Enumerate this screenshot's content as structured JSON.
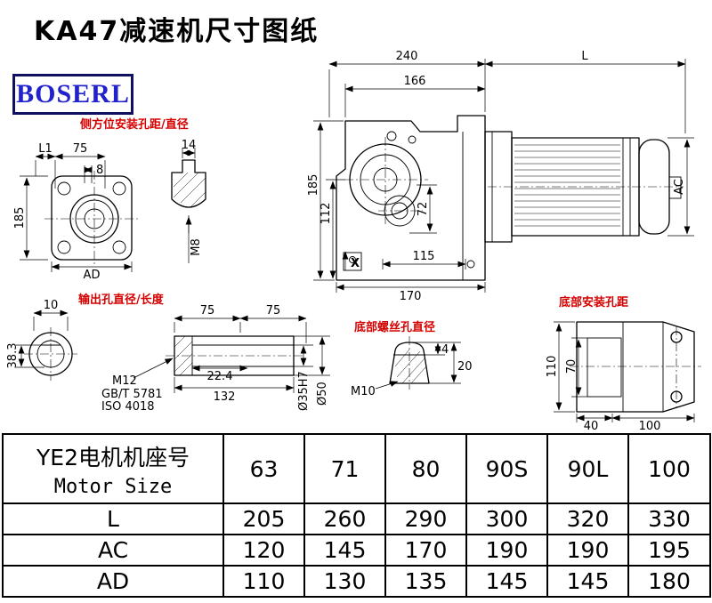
{
  "title": "KA47减速机尺寸图纸",
  "logo": {
    "text": "BOSERL"
  },
  "colors": {
    "line": "#000000",
    "annotation": "#d40000",
    "logo_text": "#2222cc",
    "logo_border": "#101060"
  },
  "annotations": {
    "side_mount": "侧方位安装孔距/直径",
    "output_hole": "输出孔直径/长度",
    "bottom_screw": "底部螺丝孔直径",
    "bottom_mount": "底部安装孔距"
  },
  "dims": {
    "main_240": "240",
    "main_L": "L",
    "main_166": "166",
    "main_185": "185",
    "main_112": "112",
    "main_72": "72",
    "main_AC": "AC",
    "main_X": "X",
    "main_115": "115",
    "main_170": "170",
    "side_L1": "L1",
    "side_75": "75",
    "side_8": "8",
    "side_185": "185",
    "side_AD": "AD",
    "side_14": "14",
    "side_M8": "M8",
    "out_10": "10",
    "out_383": "38.3",
    "out_75a": "75",
    "out_75b": "75",
    "out_224": "22.4",
    "out_132": "132",
    "out_M12": "M12",
    "out_gbt": "GB/T 5781",
    "out_iso": "ISO 4018",
    "out_35": "Ø35H7",
    "out_50": "Ø50",
    "screw_4": "4",
    "screw_20": "20",
    "screw_M10": "M10",
    "mount_110": "110",
    "mount_70": "70",
    "mount_40": "40",
    "mount_100": "100"
  },
  "table": {
    "header_cn": "YE2电机机座号",
    "header_en": "Motor Size",
    "sizes": [
      "63",
      "71",
      "80",
      "90S",
      "90L",
      "100"
    ],
    "rows": [
      {
        "label": "L",
        "values": [
          "205",
          "260",
          "290",
          "300",
          "320",
          "330"
        ]
      },
      {
        "label": "AC",
        "values": [
          "120",
          "145",
          "170",
          "190",
          "190",
          "195"
        ]
      },
      {
        "label": "AD",
        "values": [
          "110",
          "130",
          "135",
          "145",
          "145",
          "180"
        ]
      }
    ]
  }
}
